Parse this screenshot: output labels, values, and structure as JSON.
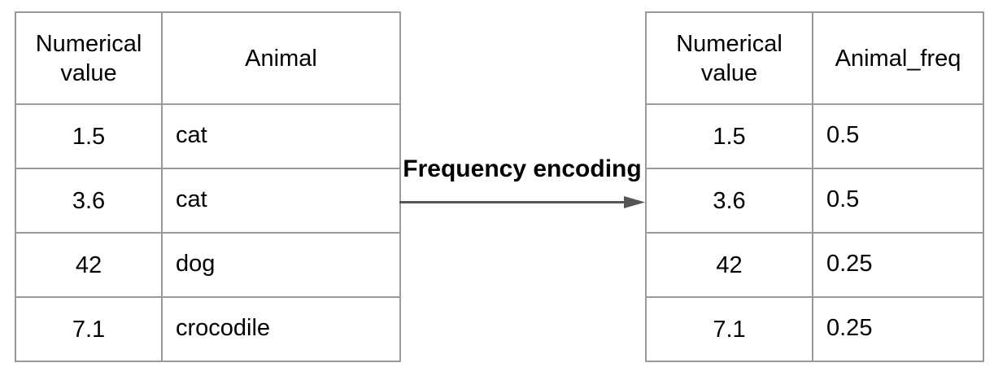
{
  "diagram": {
    "transform_label": "Frequency encoding"
  },
  "left_table": {
    "headers": [
      "Numerical\nvalue",
      "Animal"
    ],
    "rows": [
      [
        "1.5",
        "cat"
      ],
      [
        "3.6",
        "cat"
      ],
      [
        "42",
        "dog"
      ],
      [
        "7.1",
        "crocodile"
      ]
    ]
  },
  "right_table": {
    "headers": [
      "Numerical\nvalue",
      "Animal_freq"
    ],
    "rows": [
      [
        "1.5",
        "0.5"
      ],
      [
        "3.6",
        "0.5"
      ],
      [
        "42",
        "0.25"
      ],
      [
        "7.1",
        "0.25"
      ]
    ]
  },
  "colors": {
    "table_border": "#9a9a9a",
    "arrow": "#555555",
    "text": "#000000",
    "background": "#ffffff"
  }
}
